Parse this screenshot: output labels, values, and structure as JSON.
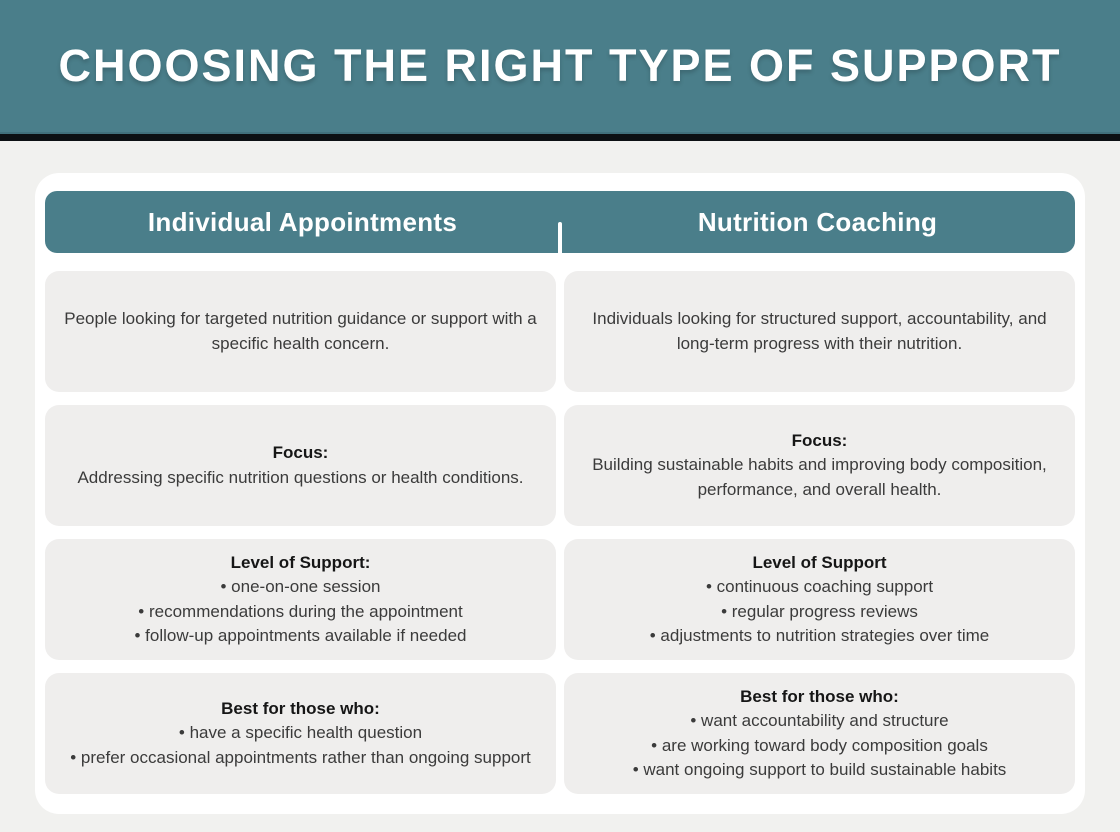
{
  "banner": {
    "title": "CHOOSING THE RIGHT TYPE OF SUPPORT"
  },
  "table": {
    "columns": [
      {
        "header": "Individual Appointments"
      },
      {
        "header": "Nutrition Coaching"
      }
    ],
    "rows": [
      {
        "cells": [
          {
            "text": "People looking for targeted nutrition guidance or support with a specific health concern."
          },
          {
            "text": "Individuals looking for structured support, accountability, and long-term progress with their nutrition."
          }
        ]
      },
      {
        "cells": [
          {
            "heading": "Focus:",
            "text": "Addressing specific nutrition questions or health conditions."
          },
          {
            "heading": "Focus:",
            "text": "Building sustainable habits and improving body composition, performance, and overall health."
          }
        ]
      },
      {
        "cells": [
          {
            "heading": "Level of Support:",
            "bullets": [
              "one-on-one session",
              "recommendations during the appointment",
              "follow-up appointments available if needed"
            ]
          },
          {
            "heading": "Level of Support",
            "bullets": [
              "continuous coaching support",
              "regular progress reviews",
              "adjustments to nutrition strategies over time"
            ]
          }
        ]
      },
      {
        "cells": [
          {
            "heading": "Best for those who:",
            "bullets": [
              "have a specific health question",
              "prefer occasional appointments rather than ongoing support"
            ]
          },
          {
            "heading": "Best for those who:",
            "bullets": [
              "want accountability and structure",
              "are working toward body composition goals",
              "want ongoing support to build sustainable habits"
            ]
          }
        ]
      }
    ]
  },
  "colors": {
    "teal": "#4a7e8a",
    "black_rule": "#0c1013",
    "page_background": "#f1f1ef",
    "card_background": "#ffffff",
    "cell_background": "#efeeed",
    "header_text": "#ffffff",
    "heading_text": "#161616",
    "body_text": "#3b3b3b"
  }
}
